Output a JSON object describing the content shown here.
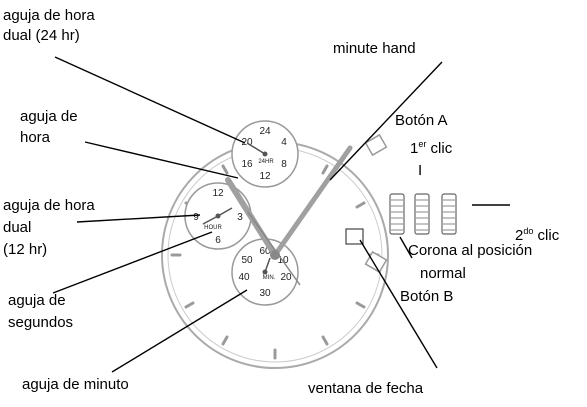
{
  "labels": {
    "dual_hour_24": [
      "aguja de hora",
      "dual (24 hr)"
    ],
    "minute_hand": "minute hand",
    "hour_hand": [
      "aguja de",
      "hora"
    ],
    "dual_hour_12": [
      "aguja de hora",
      "dual",
      "(12 hr)"
    ],
    "seconds_hand": [
      "aguja de",
      "segundos"
    ],
    "minute_hand_es": "aguja de minuto",
    "date_window": "ventana de fecha",
    "button_a": "Botón A",
    "first_click": {
      "num": "1",
      "sup": "er",
      "word": " clic"
    },
    "first_click_marker": "I",
    "second_click": {
      "num": "2",
      "sup": "do",
      "word": " clic"
    },
    "crown_normal": [
      "Corona al posición",
      "normal"
    ],
    "button_b": "Botón B"
  },
  "dials": {
    "top": {
      "numbers": [
        "24",
        "4",
        "8",
        "12",
        "16",
        "20"
      ],
      "caption": "24HR"
    },
    "left": {
      "numbers": [
        "12",
        "3",
        "6",
        "9"
      ],
      "caption": "HOUR"
    },
    "bottom": {
      "numbers": [
        "60",
        "10",
        "20",
        "30",
        "40",
        "50"
      ],
      "caption": "MIN."
    }
  }
}
